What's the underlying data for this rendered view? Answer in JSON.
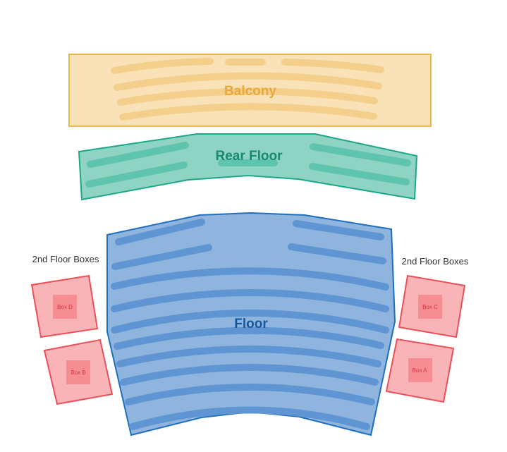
{
  "sections": {
    "balcony": {
      "label": "Balcony",
      "fill": "#f9e2b8",
      "stroke": "#f0b848",
      "row": "#f4cf8c",
      "text": "#e8a93a"
    },
    "rear_floor": {
      "label": "Rear Floor",
      "fill": "#8fd3c3",
      "stroke": "#1aa889",
      "row": "#5fc4ad",
      "text": "#178a6f"
    },
    "floor": {
      "label": "Floor",
      "fill": "#8fb5de",
      "stroke": "#1f6fbf",
      "row": "#5e95d2",
      "text": "#14589e"
    }
  },
  "box_groups": {
    "left_label": "2nd Floor Boxes",
    "right_label": "2nd Floor Boxes",
    "fill": "#f9b4b8",
    "stroke": "#ec4f58",
    "inner": "#f68d93",
    "text": "#d8333d"
  },
  "boxes": {
    "d": {
      "label": "Box D"
    },
    "b": {
      "label": "Box B"
    },
    "c": {
      "label": "Box C"
    },
    "a": {
      "label": "Box A"
    }
  }
}
